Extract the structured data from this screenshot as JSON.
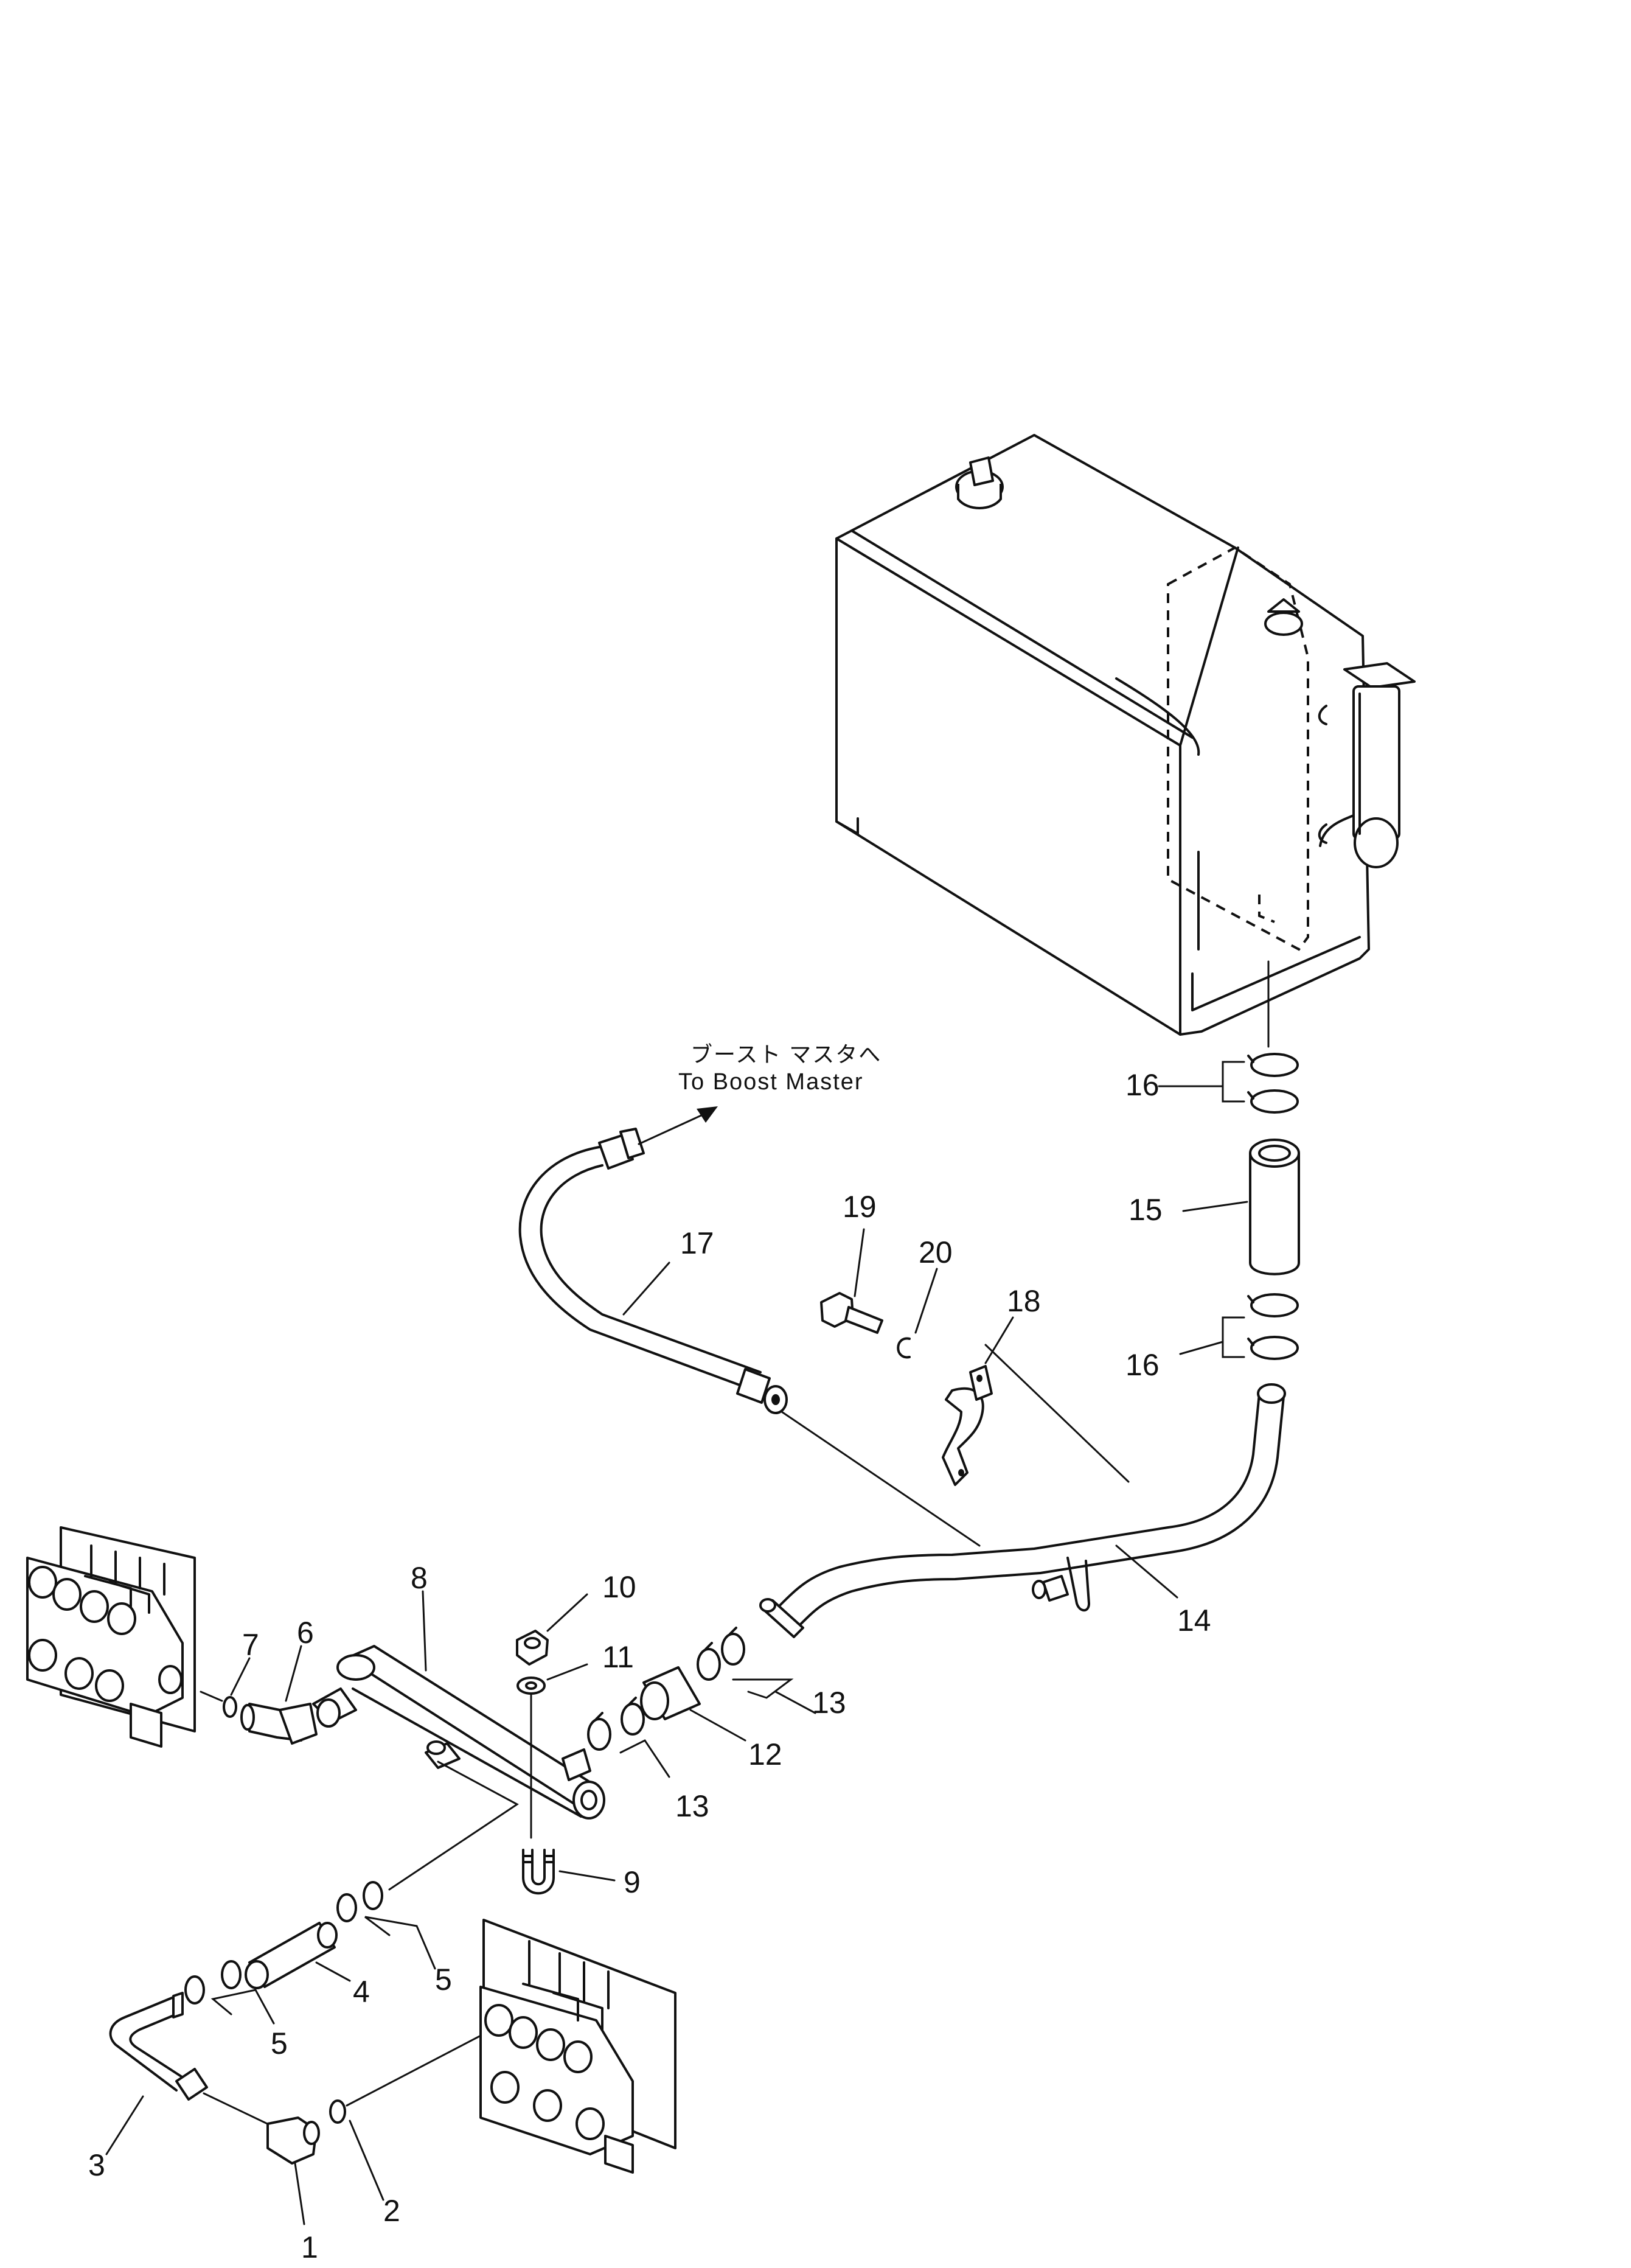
{
  "destination_note": {
    "japanese": "ブースト マスタへ",
    "english": "To Boost Master"
  },
  "part_numbers": {
    "p1": "1",
    "p2": "2",
    "p3": "3",
    "p4": "4",
    "p5": "5",
    "p6": "6",
    "p7": "7",
    "p8": "8",
    "p9": "9",
    "p10": "10",
    "p11": "11",
    "p12": "12",
    "p13": "13",
    "p14": "14",
    "p15": "15",
    "p16": "16",
    "p17": "17",
    "p18": "18",
    "p19": "19",
    "p20": "20"
  }
}
